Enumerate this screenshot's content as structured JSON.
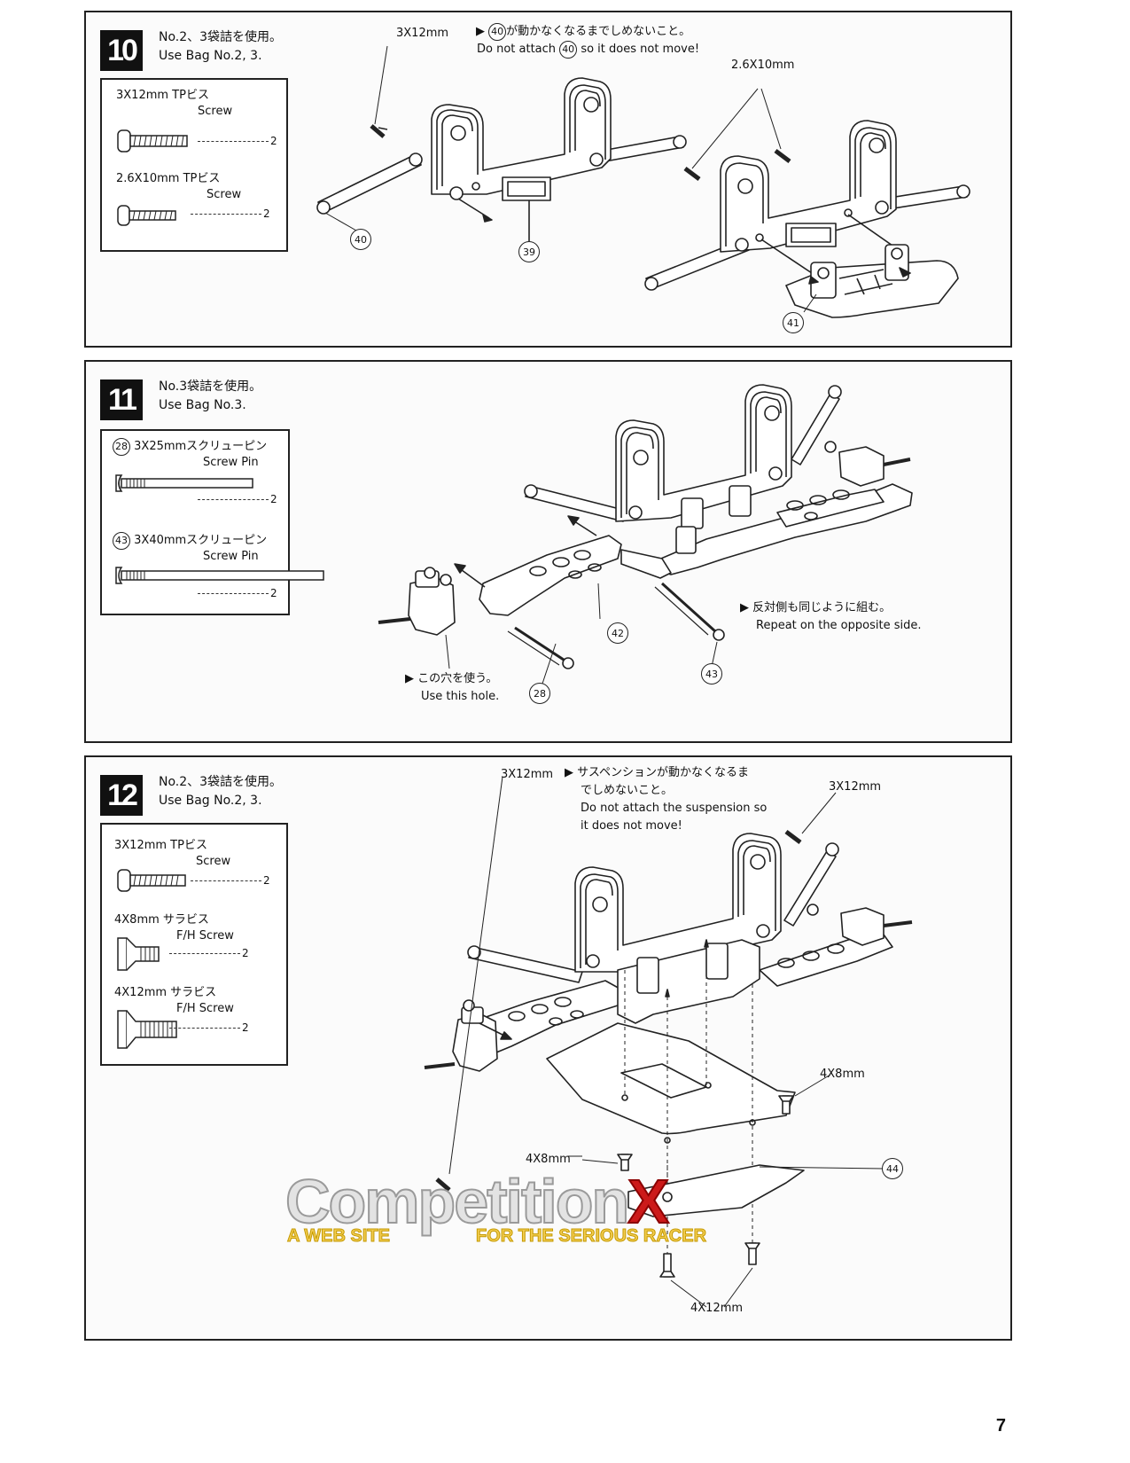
{
  "page_number": "7",
  "steps": [
    {
      "number": "10",
      "bag_jp": "No.2、3袋詰を使用。",
      "bag_en": "Use Bag No.2, 3.",
      "parts": [
        {
          "name_jp": "3X12mm TPビス",
          "name_en": "Screw",
          "qty": "2"
        },
        {
          "name_jp": "2.6X10mm TPビス",
          "name_en": "Screw",
          "qty": "2"
        }
      ],
      "notes": {
        "screw_a": "3X12mm",
        "warning_jp": "が動かなくなるまでしめないこと。",
        "warning_ref": "40",
        "warning_en_1": "Do not attach",
        "warning_en_2": "so it does   not move!",
        "screw_b": "2.6X10mm"
      },
      "callouts": [
        "40",
        "39",
        "41"
      ]
    },
    {
      "number": "11",
      "bag_jp": "No.3袋詰を使用。",
      "bag_en": "Use Bag No.3.",
      "parts": [
        {
          "ref": "28",
          "name_jp": "3X25mmスクリューピン",
          "name_en": "Screw Pin",
          "qty": "2"
        },
        {
          "ref": "43",
          "name_jp": "3X40mmスクリューピン",
          "name_en": "Screw Pin",
          "qty": "2"
        }
      ],
      "notes": {
        "opposite_jp": "反対側も同じように組む。",
        "opposite_en": "Repeat on the opposite side.",
        "hole_jp": "この穴を使う。",
        "hole_en": "Use this hole."
      },
      "callouts": [
        "42",
        "43",
        "28"
      ]
    },
    {
      "number": "12",
      "bag_jp": "No.2、3袋詰を使用。",
      "bag_en": "Use Bag No.2, 3.",
      "parts": [
        {
          "name_jp": "3X12mm TPビス",
          "name_en": "Screw",
          "qty": "2"
        },
        {
          "name_jp": "4X8mm  サラビス",
          "name_en": "F/H Screw",
          "qty": "2"
        },
        {
          "name_jp": "4X12mm サラビス",
          "name_en": "F/H Screw",
          "qty": "2"
        }
      ],
      "notes": {
        "screw_a": "3X12mm",
        "warning_jp_1": "サスペンションが動かなくなるま",
        "warning_jp_2": "でしめないこと。",
        "warning_en_1": "Do not attach  the suspension  so",
        "warning_en_2": "it does not move!",
        "screw_b": "3X12mm",
        "screw_c": "4X8mm",
        "screw_d": "4X8mm",
        "screw_e": "4X12mm"
      },
      "callouts": [
        "44"
      ]
    }
  ],
  "watermark": {
    "title": "Competition",
    "title_x": "X",
    "sub1": "A WEB SITE",
    "sub2": "FOR THE SERIOUS RACER"
  }
}
